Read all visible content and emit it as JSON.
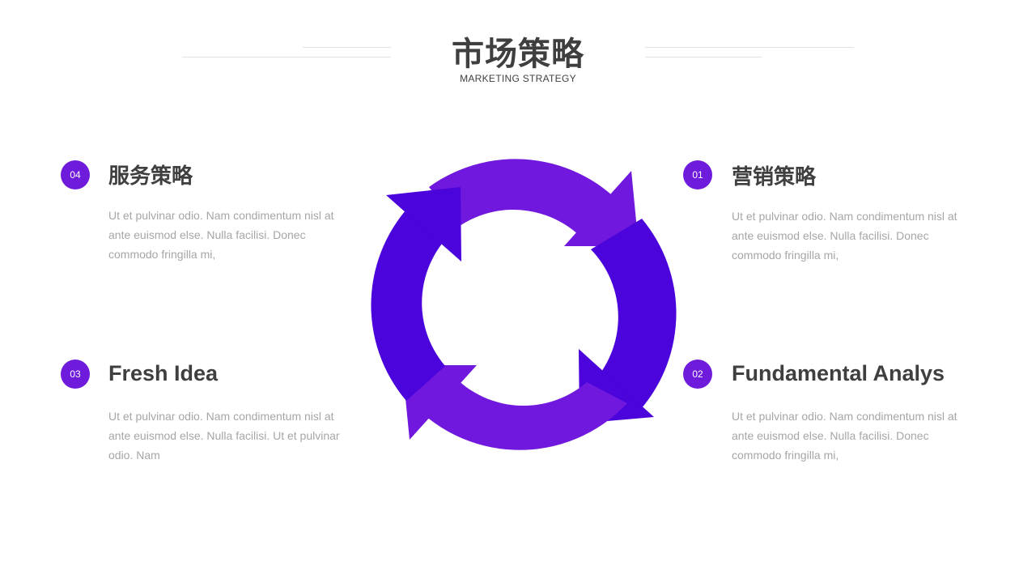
{
  "header": {
    "title": "市场策略",
    "subtitle": "MARKETING  STRATEGY"
  },
  "colors": {
    "purple_light": "#7018dd",
    "purple_deep": "#4b04db",
    "title_text": "#3f3f3f",
    "body_text": "#a6a6a6"
  },
  "items": [
    {
      "number": "04",
      "title": "服务策略",
      "text": "Ut et pulvinar odio. Nam condimentum nisl at ante euismod else. Nulla facilisi. Donec commodo fringilla mi,"
    },
    {
      "number": "01",
      "title": "营销策略",
      "text": "Ut et pulvinar odio. Nam condimentum nisl at ante euismod else. Nulla facilisi. Donec commodo fringilla mi,"
    },
    {
      "number": "03",
      "title": "Fresh Idea",
      "text": "Ut et pulvinar odio. Nam condimentum nisl at ante euismod else. Nulla facilisi. Ut et pulvinar odio. Nam"
    },
    {
      "number": "02",
      "title": "Fundamental Analys",
      "text": "Ut et pulvinar odio. Nam condimentum nisl at ante euismod else. Nulla facilisi. Donec commodo fringilla mi,"
    }
  ]
}
